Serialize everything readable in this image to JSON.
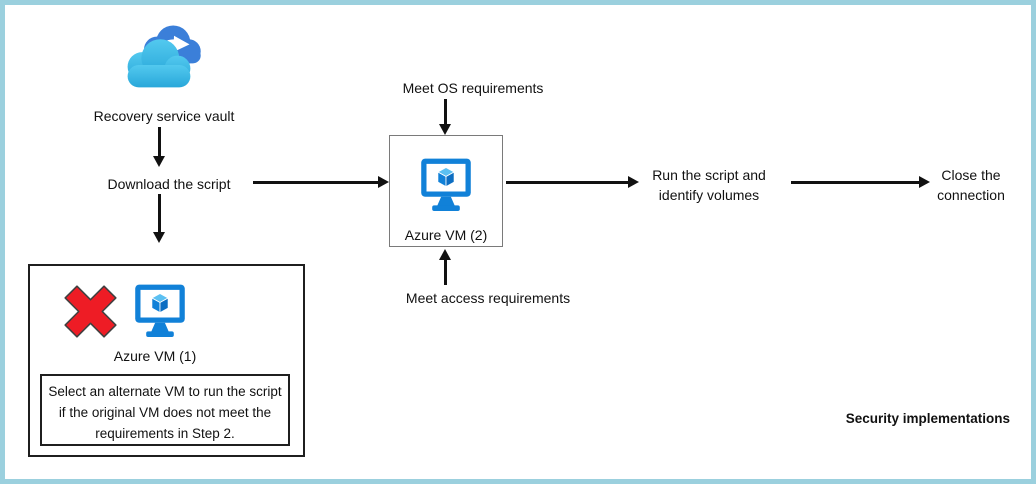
{
  "labels": {
    "vault": "Recovery service vault",
    "download": "Download the script",
    "meet_os": "Meet OS requirements",
    "meet_access": "Meet access requirements",
    "vm2": "Azure VM (2)",
    "vm1": "Azure VM (1)",
    "vm1_note": "Select an alternate VM to run the script if the original VM does not meet the requirements in Step 2.",
    "run_script": "Run the script and identify volumes",
    "close": "Close the connection",
    "caption": "Security implementations"
  },
  "icons": {
    "vault": "recovery-services-vault-icon",
    "vm": "azure-vm-icon",
    "error": "red-x-icon"
  },
  "colors": {
    "border_color": "#9bd0de",
    "arrow_color": "#111111",
    "text_color": "#111111",
    "vm_blue": "#1181d8",
    "cube_top": "#5bc0f2",
    "cube_right": "#0d6ec2",
    "cloud_back": "#3b7fd9",
    "cloud_front_top": "#53c9ef",
    "cloud_front_bottom": "#28a7d9",
    "x_red": "#ee1c25",
    "x_outline": "#404040",
    "vm1_border": "#1f1f1f",
    "vm2_border": "#7a7a7a"
  }
}
